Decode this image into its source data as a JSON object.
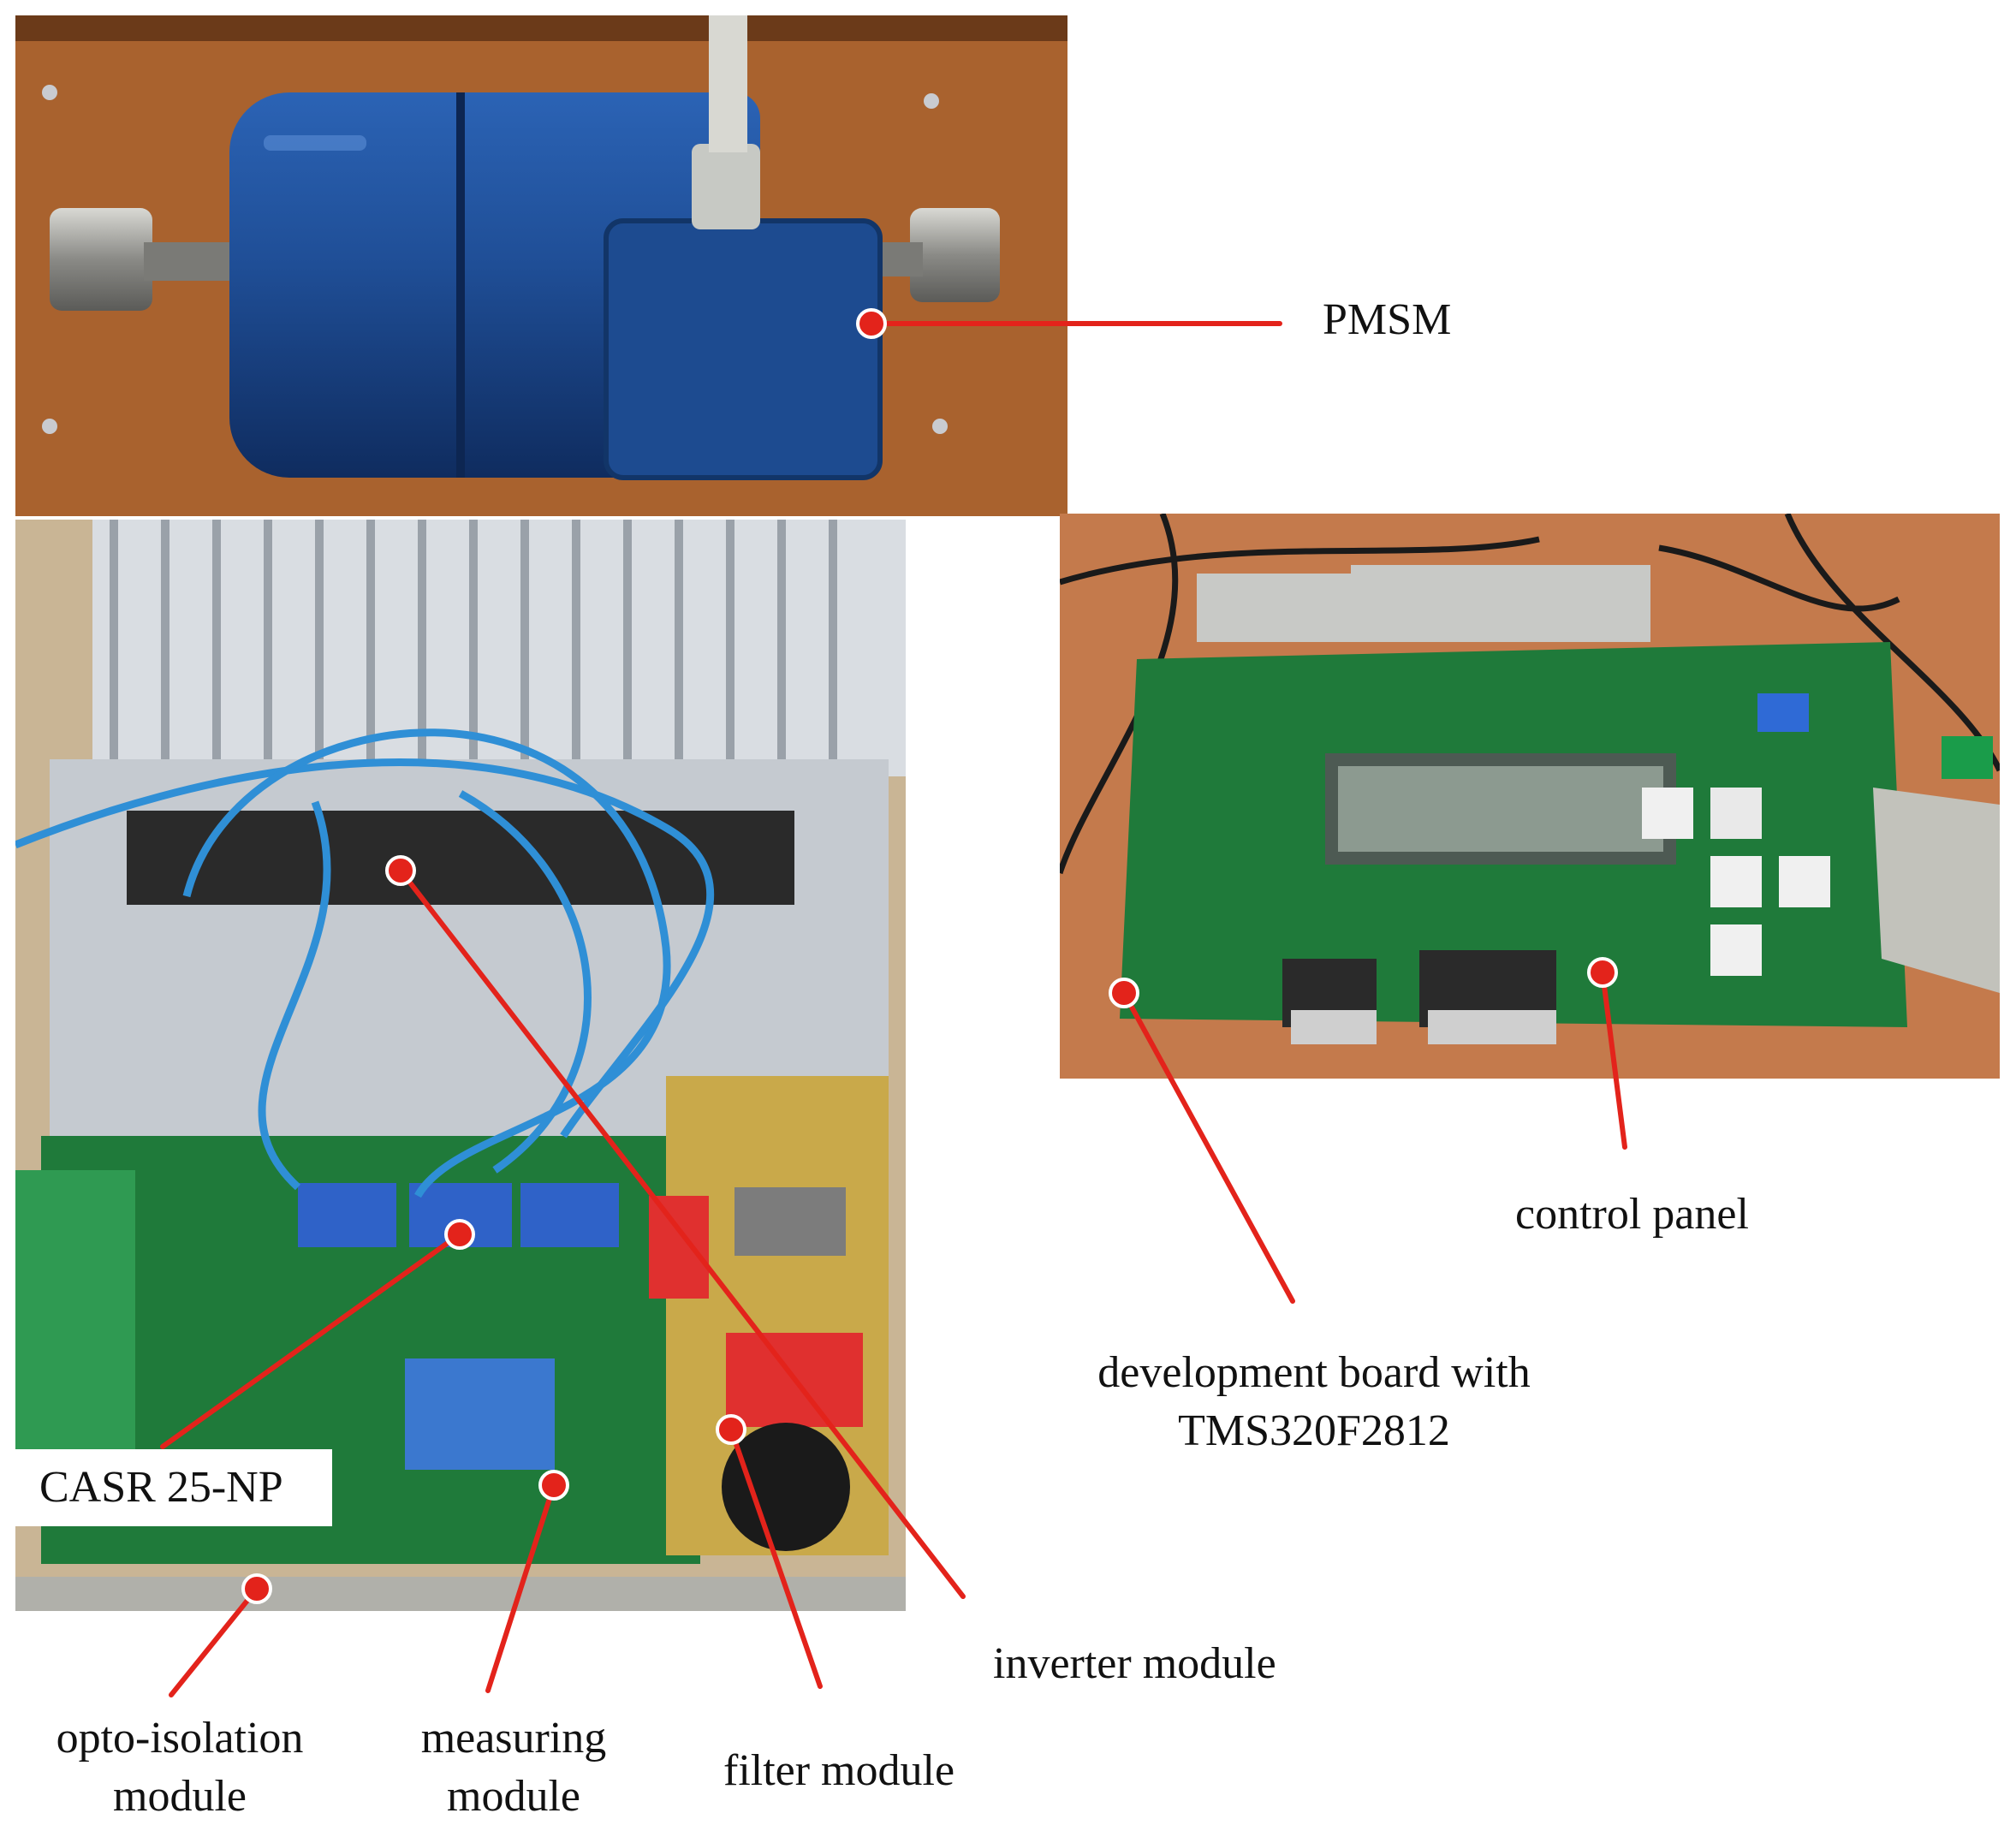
{
  "figure": {
    "labels": {
      "pmsm": "PMSM",
      "control_panel": "control panel",
      "dev_board_line1": "development board with",
      "dev_board_line2": "TMS320F2812",
      "inverter_module": "inverter module",
      "filter_module": "filter module",
      "measuring_line1": "measuring",
      "measuring_line2": "module",
      "opto_line1": "opto-isolation",
      "opto_line2": "module",
      "casr": "CASR 25-NP"
    },
    "colors": {
      "pointer": "#e3231b",
      "motor_body": "#1f4e96",
      "pcb_green": "#1f7a3a",
      "heatsink": "#d9dde2",
      "wire_blue": "#2f8fd6",
      "capacitor_red": "#e0302f",
      "board_surface": "#c47a4c"
    }
  }
}
